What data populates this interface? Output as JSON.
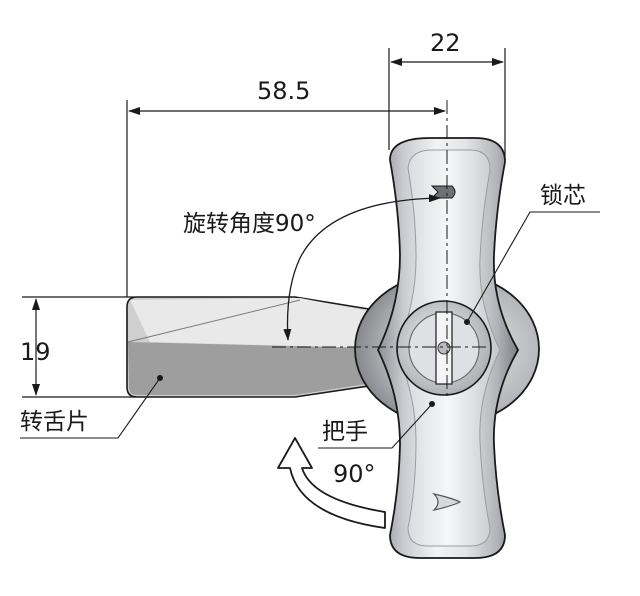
{
  "dimensions": {
    "handle_width": "22",
    "reach": "58.5",
    "tongue_height": "19"
  },
  "labels": {
    "rotation_angle": "旋转角度90°",
    "lock_core": "锁芯",
    "tongue": "转舌片",
    "handle": "把手",
    "handle_turn": "90°"
  },
  "colors": {
    "outline": "#1a1a1a",
    "metal_light": "#f2f3f5",
    "metal_mid": "#c9cbd0",
    "metal_dark": "#8e9096",
    "tongue_light": "#d9d9d9",
    "tongue_dark": "#a3a3a3",
    "arrow_fill": "#ffffff"
  }
}
